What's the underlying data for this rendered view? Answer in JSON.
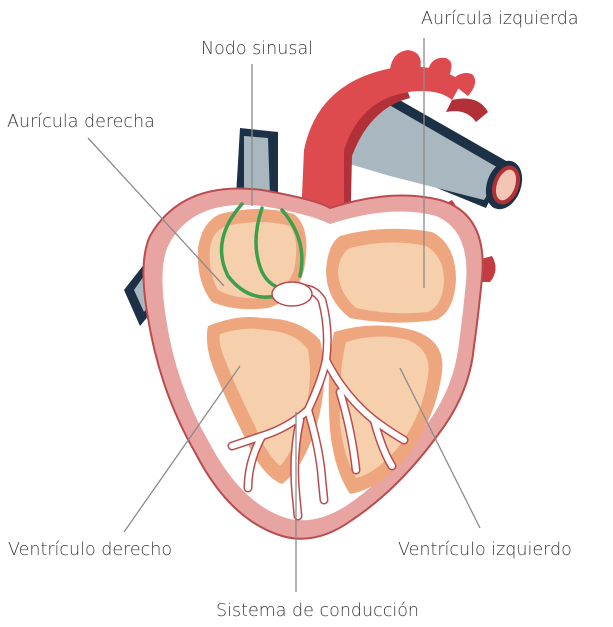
{
  "labels": {
    "left_atrium": "Aurícula izquierda",
    "sinoatrial_node": "Nodo sinusal",
    "right_atrium": "Aurícula derecha",
    "right_ventricle": "Ventrículo derecho",
    "left_ventricle": "Ventrículo izquierdo",
    "conduction_system": "Sistema de conducción"
  },
  "colors": {
    "aorta": "#dd4b4f",
    "aorta_dark": "#b23038",
    "vessel_blue": "#a9b8c0",
    "vessel_dark": "#1d3146",
    "outer_wall": "#e8a4a0",
    "wall_outline": "#b94c4e",
    "chamber_wall": "#eea67f",
    "chamber_inner": "#f6d0ac",
    "sa_pathway": "#3aa04a",
    "leader_line": "#8b8b8b",
    "text": "#3a3a3a"
  }
}
